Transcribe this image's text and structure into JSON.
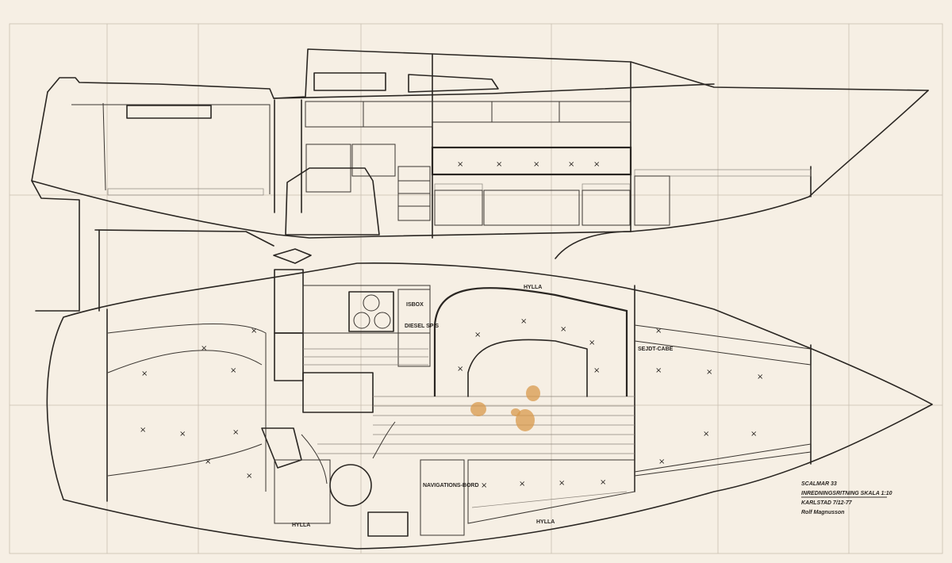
{
  "labels": {
    "shelf_top": "HYLLA",
    "icebox": "ISBOX",
    "stove": "DIESEL SPIS",
    "side_seat": "SEJDT-CABE",
    "nav_table": "NAVIGATIONS-BORD",
    "shelf_bottom_left": "HYLLA",
    "shelf_bottom_right": "HYLLA"
  },
  "title_block": {
    "line1": "SCALMAR 33",
    "line2": "INREDNINGSRITNING  SKALA 1:10",
    "line3": "KARLSTAD 7/12-77",
    "line4": "Rolf Magnusson"
  },
  "colors": {
    "paper": "#f6efe4",
    "ink": "#2a2622",
    "stain": "#d89a4c"
  }
}
